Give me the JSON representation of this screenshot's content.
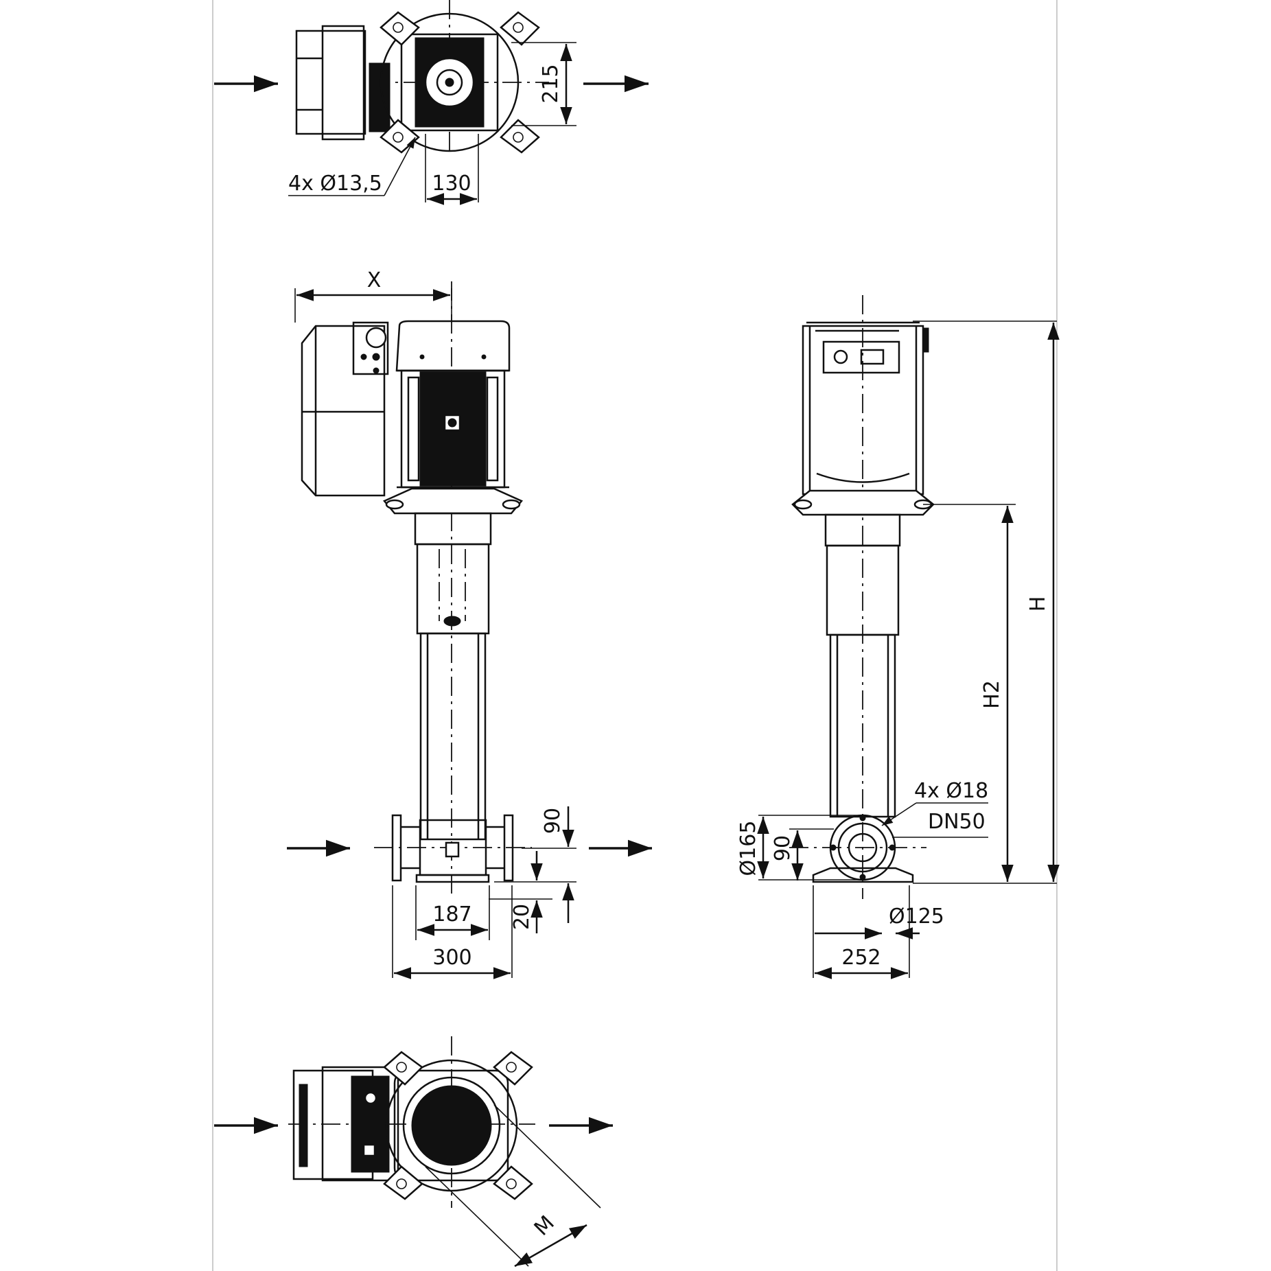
{
  "dimensions": {
    "top_view": {
      "flange_spacing": "215",
      "hole_spec": "4x Ø13,5",
      "mount_width": "130"
    },
    "front_view": {
      "width_x": "X",
      "port_height": "90",
      "foot_height": "20",
      "inner_width": "187",
      "outer_width": "300"
    },
    "side_view": {
      "total_height": "H",
      "height_h2": "H2",
      "flange_holes": "4x Ø18",
      "nominal_size": "DN50",
      "flange_diameter": "Ø165",
      "port_height": "90",
      "bolt_circle": "Ø125",
      "foot_width": "252"
    },
    "bottom_view": {
      "diagonal": "M"
    }
  },
  "flow_arrows": [
    "inlet-top",
    "outlet-top",
    "inlet-front",
    "outlet-front",
    "inlet-bottom",
    "outlet-bottom"
  ]
}
